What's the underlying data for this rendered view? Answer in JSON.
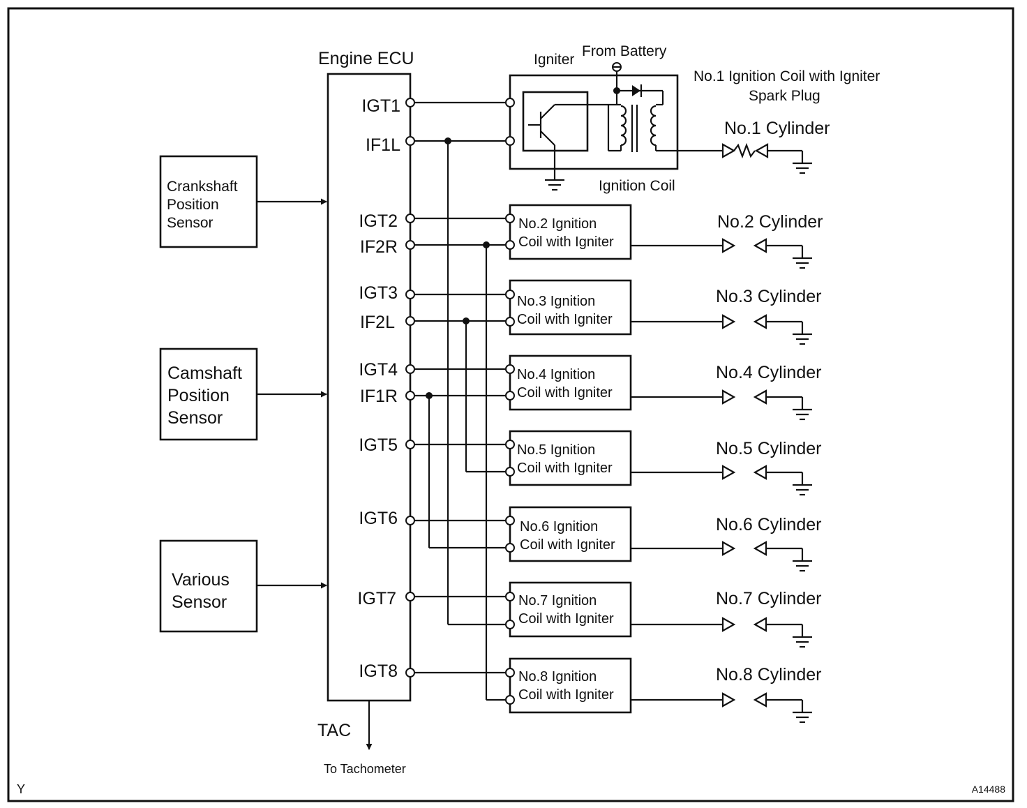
{
  "ecu": {
    "title": "Engine ECU",
    "pins": [
      "IGT1",
      "IF1L",
      "IGT2",
      "IF2R",
      "IGT3",
      "IF2L",
      "IGT4",
      "IF1R",
      "IGT5",
      "IGT6",
      "IGT7",
      "IGT8"
    ]
  },
  "sensors": {
    "crankshaft": [
      "Crankshaft",
      "Position",
      "Sensor"
    ],
    "camshaft": [
      "Camshaft",
      "Position",
      "Sensor"
    ],
    "various": [
      "Various",
      "Sensor"
    ]
  },
  "coil1": {
    "igniter_label": "Igniter",
    "battery_label": "From Battery",
    "coil_label": "Ignition Coil",
    "header_line1": "No.1 Ignition Coil with Igniter",
    "header_line2": "Spark Plug"
  },
  "coils": [
    {
      "line1": "No.2 Ignition",
      "line2": "Coil with Igniter"
    },
    {
      "line1": "No.3 Ignition",
      "line2": "Coil with Igniter"
    },
    {
      "line1": "No.4 Ignition",
      "line2": "Coil with Igniter"
    },
    {
      "line1": "No.5 Ignition",
      "line2": "Coil with Igniter"
    },
    {
      "line1": "No.6 Ignition",
      "line2": "Coil with Igniter"
    },
    {
      "line1": "No.7 Ignition",
      "line2": "Coil with Igniter"
    },
    {
      "line1": "No.8 Ignition",
      "line2": "Coil with Igniter"
    }
  ],
  "cylinders": [
    "No.1 Cylinder",
    "No.2 Cylinder",
    "No.3 Cylinder",
    "No.4 Cylinder",
    "No.5 Cylinder",
    "No.6 Cylinder",
    "No.7 Cylinder",
    "No.8 Cylinder"
  ],
  "tac": {
    "label": "TAC",
    "destination": "To Tachometer"
  },
  "corner_left": "Y",
  "figure_id": "A14488"
}
